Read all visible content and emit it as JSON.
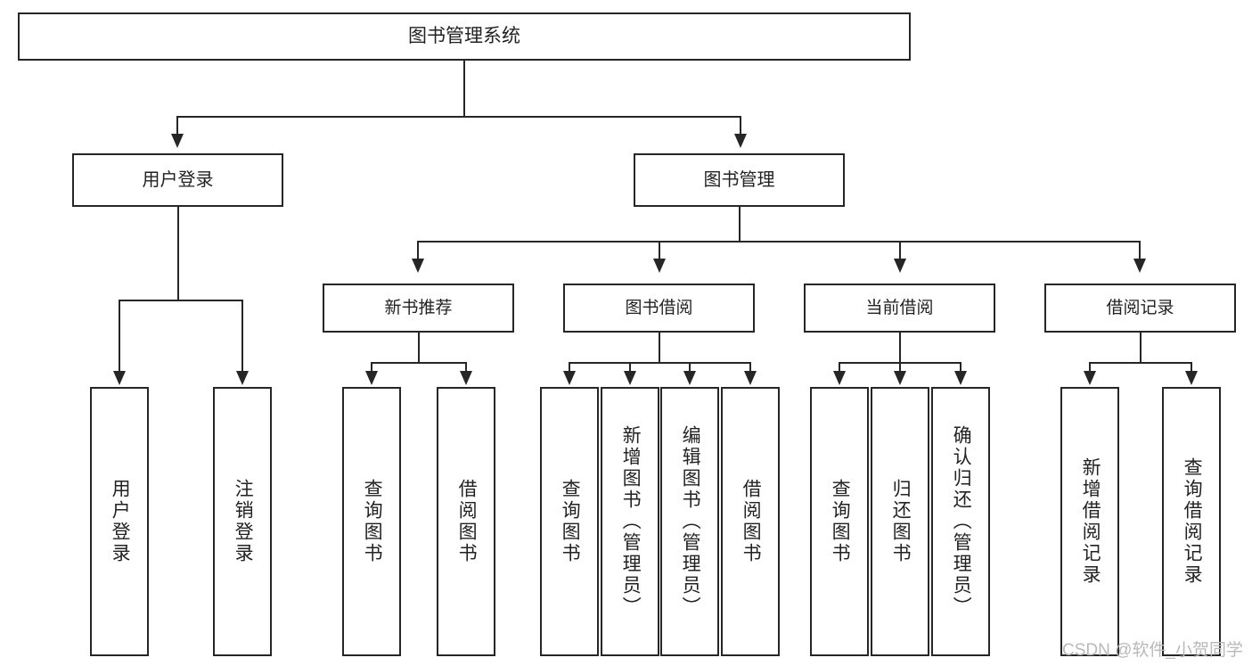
{
  "diagram": {
    "title": "图书管理系统",
    "type": "功能结构图",
    "root": {
      "label": "图书管理系统"
    },
    "level2": [
      {
        "label": "用户登录"
      },
      {
        "label": "图书管理"
      }
    ],
    "level3": [
      {
        "label": "新书推荐"
      },
      {
        "label": "图书借阅"
      },
      {
        "label": "当前借阅"
      },
      {
        "label": "借阅记录"
      }
    ],
    "leaves": {
      "user_login": [
        {
          "label": "用户登录"
        },
        {
          "label": "注销登录"
        }
      ],
      "new_book_recommend": [
        {
          "label": "查询图书"
        },
        {
          "label": "借阅图书"
        }
      ],
      "book_borrow": [
        {
          "label": "查询图书"
        },
        {
          "label": "新增图书（管理员）"
        },
        {
          "label": "编辑图书（管理员）"
        },
        {
          "label": "借阅图书"
        }
      ],
      "current_borrow": [
        {
          "label": "查询图书"
        },
        {
          "label": "归还图书"
        },
        {
          "label": "确认归还（管理员）"
        }
      ],
      "borrow_record": [
        {
          "label": "新增借阅记录"
        },
        {
          "label": "查询借阅记录"
        }
      ]
    }
  },
  "watermark": {
    "text": "CSDN @软件_小贺同学"
  },
  "colors": {
    "stroke": "#262626",
    "fill": "#ffffff",
    "text": "#222222",
    "watermark": "#b9b9b9"
  }
}
